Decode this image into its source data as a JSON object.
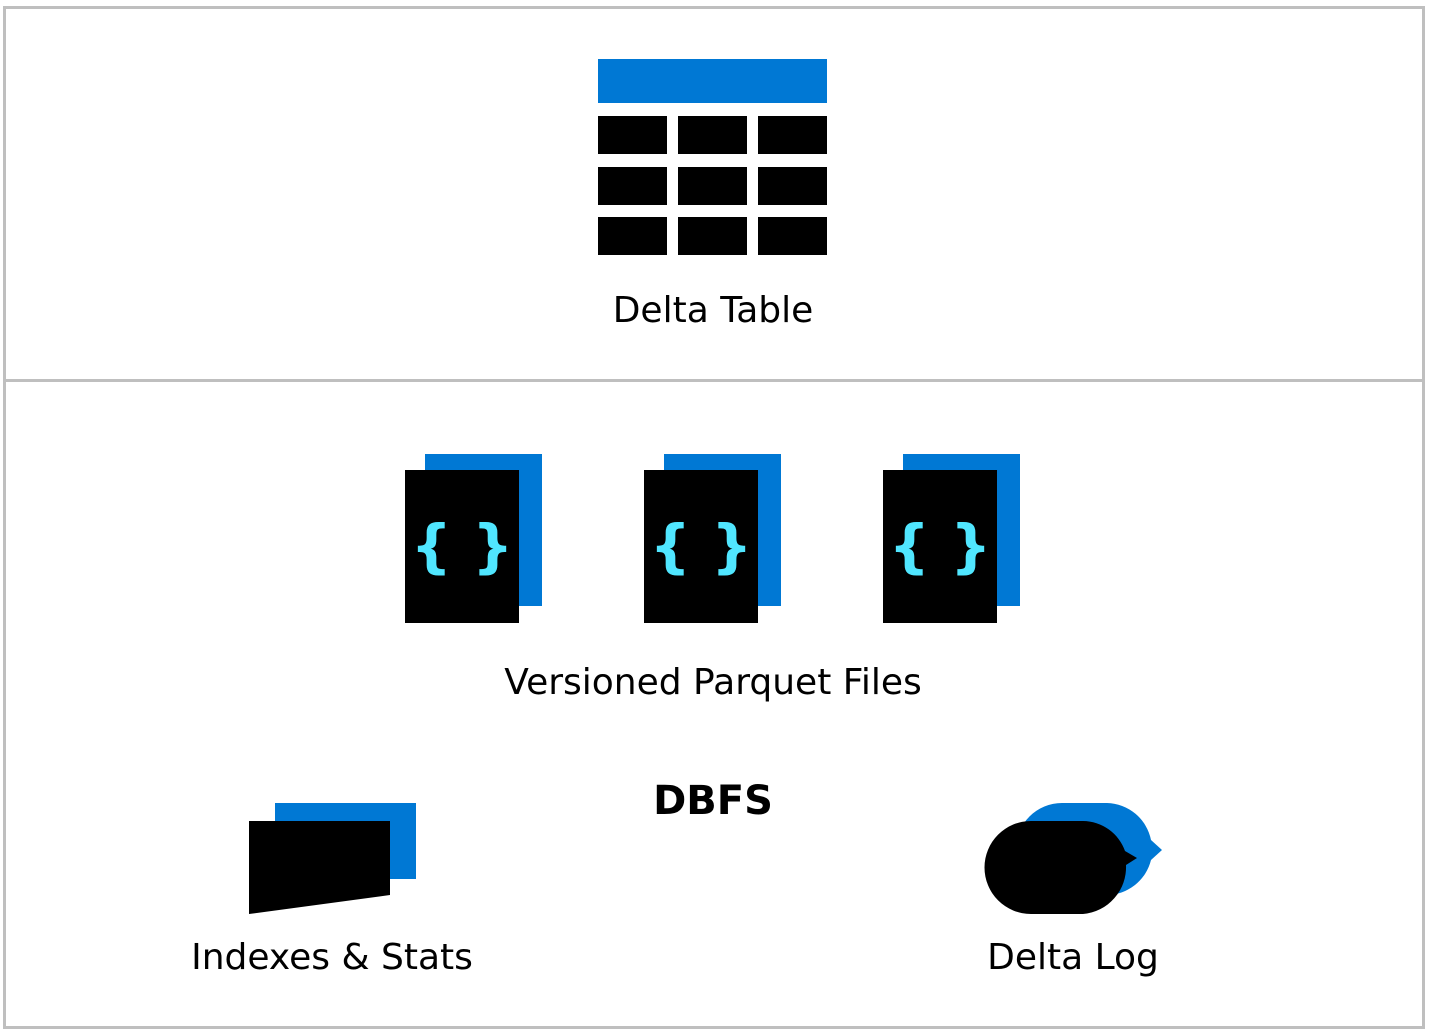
{
  "colors": {
    "accent": "#0078d4",
    "dark": "#000000",
    "brace": "#50e6ff",
    "border": "#bfbfbf"
  },
  "top_section": {
    "icon": "table-icon",
    "label": "Delta Table"
  },
  "bottom_section": {
    "title": "DBFS",
    "parquet": {
      "icon": "json-file-icon",
      "brace_glyph": "{ }",
      "label": "Versioned Parquet Files"
    },
    "indexes": {
      "icon": "document-stack-icon",
      "label": "Indexes & Stats"
    },
    "log": {
      "icon": "chat-bubble-icon",
      "label": "Delta Log"
    }
  }
}
